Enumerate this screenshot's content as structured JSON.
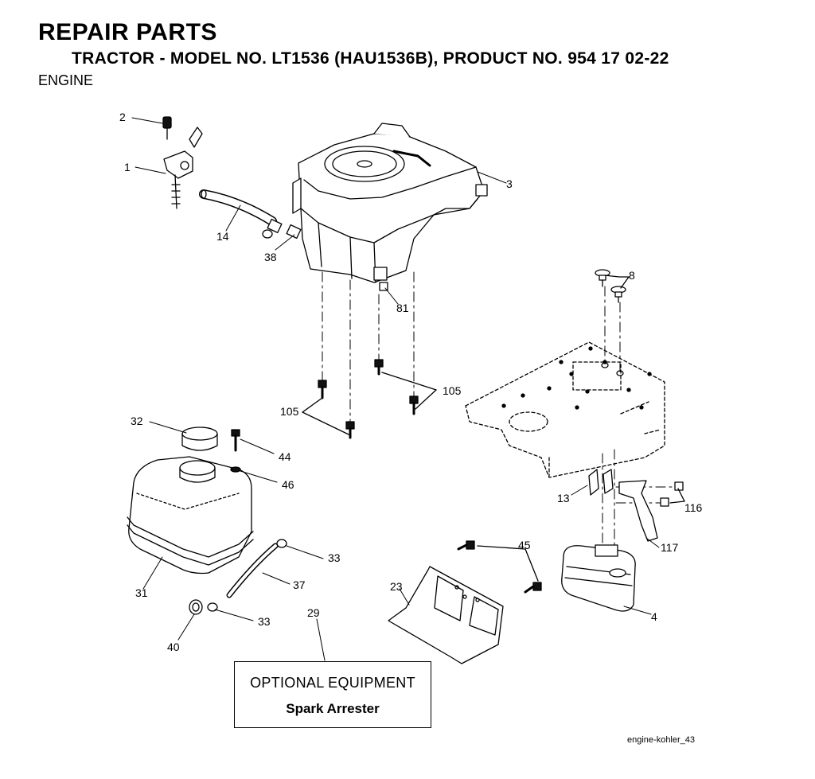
{
  "header": {
    "title": "REPAIR PARTS",
    "subtitle": "TRACTOR - MODEL NO. LT1536 (HAU1536B), PRODUCT NO. 954 17 02-22",
    "section": "ENGINE"
  },
  "callouts": {
    "c2": "2",
    "c1": "1",
    "c3": "3",
    "c14": "14",
    "c38": "38",
    "c81": "81",
    "c8": "8",
    "c105a": "105",
    "c105b": "105",
    "c32": "32",
    "c44": "44",
    "c46": "46",
    "c13": "13",
    "c116": "116",
    "c117": "117",
    "c45": "45",
    "c33a": "33",
    "c33b": "33",
    "c37": "37",
    "c31": "31",
    "c23": "23",
    "c4": "4",
    "c29": "29",
    "c40": "40"
  },
  "optional_box": {
    "heading": "OPTIONAL EQUIPMENT",
    "item": "Spark Arrester"
  },
  "figure_ref": "engine-kohler_43"
}
